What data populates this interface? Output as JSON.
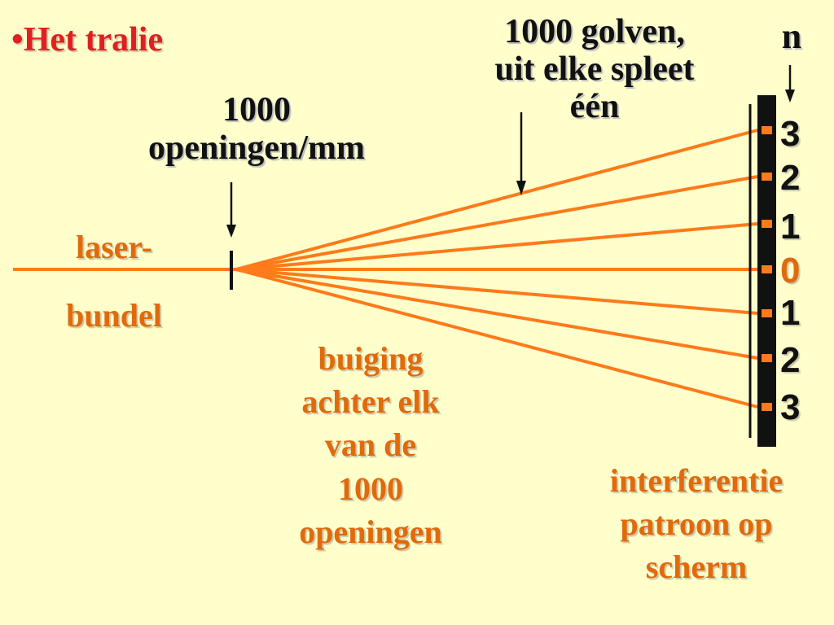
{
  "title": "•Het tralie",
  "grating_label": [
    "1000",
    "openingen/mm"
  ],
  "waves_label": [
    "1000 golven,",
    "uit elke spleet",
    "één"
  ],
  "order_header": "n",
  "laser_label": [
    "laser-",
    "bundel"
  ],
  "diffraction_label": [
    "buiging",
    "achter elk",
    "van de",
    "1000",
    "openingen"
  ],
  "interference_label": [
    "interferentie",
    "patroon op",
    "scherm"
  ],
  "orders": {
    "up3": "3",
    "up2": "2",
    "up1": "1",
    "zero": "0",
    "down1": "1",
    "down2": "2",
    "down3": "3"
  },
  "colors": {
    "background": "#ffffcc",
    "beam": "#ff7a1a",
    "text_orange": "#e06a0c",
    "text_red": "#e02020",
    "screen": "#111111"
  }
}
